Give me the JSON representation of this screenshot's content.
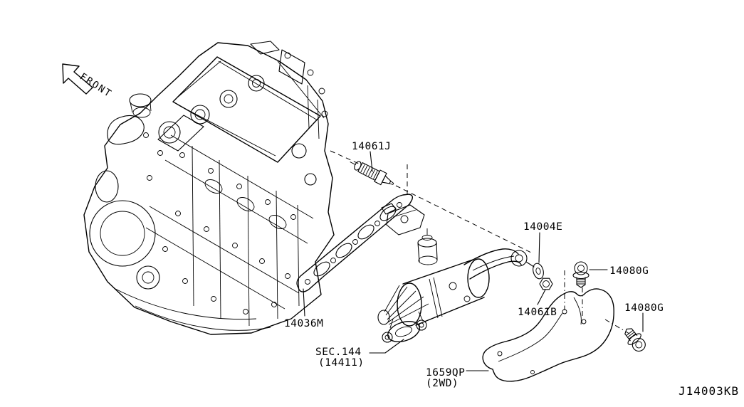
{
  "diagram": {
    "front_label": "FRONT",
    "diagram_code": "J14003KB",
    "callouts": {
      "sensor": "14061J",
      "washer": "14004E",
      "bolt_upper": "14080G",
      "nut": "14061B",
      "bolt_lower": "14080G",
      "gasket": "14036M",
      "section_ref": "SEC.144",
      "section_sub": "(14411)",
      "insulator": "1659QP",
      "insulator_sub": "(2WD)"
    },
    "colors": {
      "line": "#000000",
      "background": "#ffffff"
    }
  }
}
